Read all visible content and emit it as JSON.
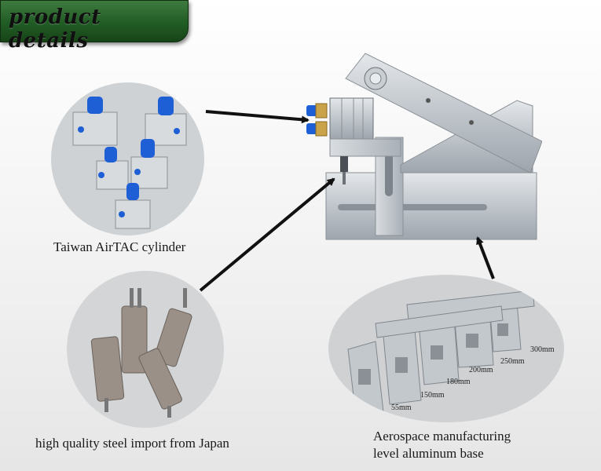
{
  "header": {
    "title": "product details"
  },
  "callouts": {
    "cylinder": "Taiwan AirTAC cylinder",
    "steel": "high quality steel import from Japan",
    "base_line1": "Aerospace manufacturing",
    "base_line2": "level aluminum base"
  },
  "base_sizes": [
    "300mm",
    "250mm",
    "200mm",
    "180mm",
    "150mm",
    "55mm"
  ],
  "colors": {
    "header_green": "#215c25",
    "aluminum": "#c9ced3",
    "fitting_blue": "#1e5fd6"
  }
}
